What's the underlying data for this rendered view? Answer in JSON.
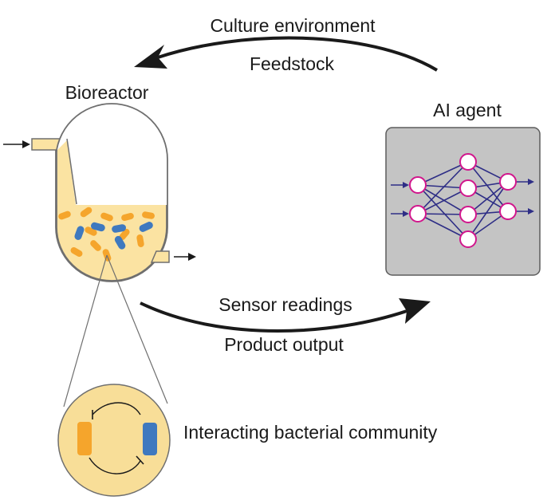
{
  "labels": {
    "culture_environment": "Culture environment",
    "feedstock": "Feedstock",
    "bioreactor": "Bioreactor",
    "ai_agent": "AI agent",
    "sensor_readings": "Sensor readings",
    "product_output": "Product output",
    "bacterial_community": "Interacting bacterial community"
  },
  "colors": {
    "medium": "#fbe3a2",
    "community_fill": "#f8de98",
    "orange_bacteria": "#f5a52c",
    "blue_bacteria": "#3f79bf",
    "vessel_outline": "#6f6f6f",
    "ai_panel": "#c4c4c4",
    "nn_node_stroke": "#d1168c",
    "nn_edge": "#2e2e86",
    "arrow": "#1a1a1a"
  },
  "icons": {
    "neural_network": "neural-network-icon",
    "inflow_arrow": "arrow-right-icon",
    "outflow_arrow": "arrow-right-icon"
  }
}
